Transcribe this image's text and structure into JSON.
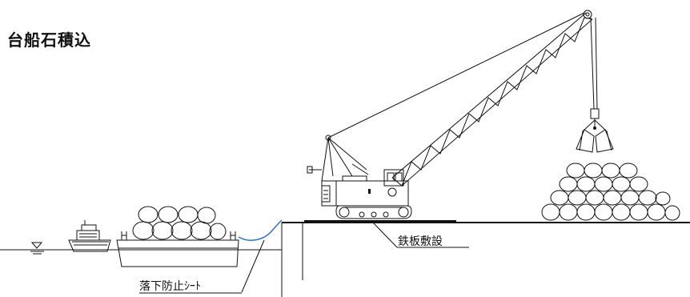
{
  "title": "台船石積込",
  "labels": {
    "steel_plate": "鉄板敷設",
    "fall_prevention_sheet": "落下防止ｼｰﾄ"
  },
  "colors": {
    "line": "#111111",
    "sheet": "#2a6fd6",
    "background": "#ffffff"
  }
}
